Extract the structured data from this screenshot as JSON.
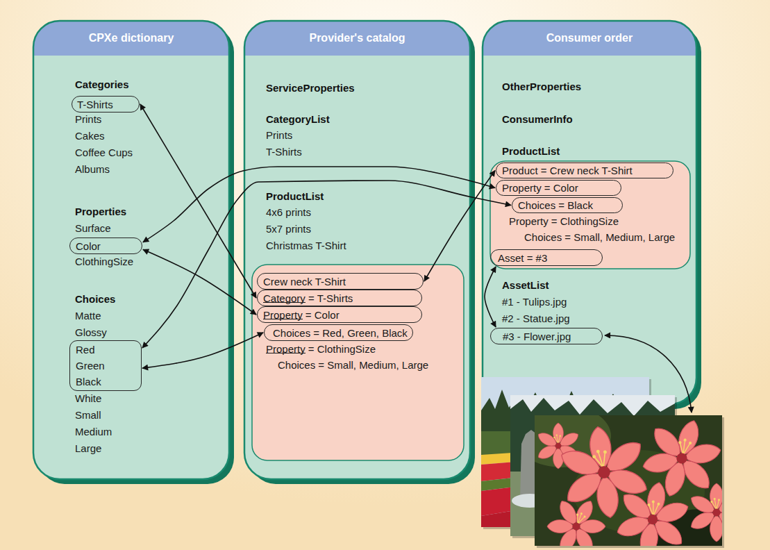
{
  "diagram": {
    "nodes": [
      {
        "text": [
          "CPXe dictionary",
          "Categories",
          "Prints",
          "Cakes",
          "Coffee Cups",
          "Albums",
          "Properties",
          "Surface",
          "ClothingSize",
          "Choices",
          "Matte",
          "Glossy",
          "White",
          "Small",
          "Medium",
          "Large"
        ]
      },
      {
        "text": [
          "T-Shirts"
        ],
        "in": 0
      },
      {
        "text": [
          "Color"
        ],
        "in": 0
      },
      {
        "text": [
          "Red",
          "Green",
          "Black"
        ],
        "in": 0
      },
      {
        "text": [
          "Provider's catalog",
          "ServiceProperties",
          "CategoryList",
          "Prints",
          "T-Shirts",
          "ProductList",
          "4x6 prints",
          "5x7 prints",
          "Christmas T-Shirt"
        ]
      },
      {
        "text": [
          "Property = ClothingSize",
          "Choices = Small, Medium, Large"
        ],
        "in": 4
      },
      {
        "text": [
          "Crew neck T-Shirt"
        ],
        "in": 5
      },
      {
        "text": [
          "Category = T-Shirts"
        ],
        "in": 5
      },
      {
        "text": [
          "Property = Color"
        ],
        "in": 5
      },
      {
        "text": [
          "Choices = Red, Green, Black"
        ],
        "in": 5
      },
      {
        "text": [
          "Consumer order",
          "OtherProperties",
          "ConsumerInfo",
          "ProductList",
          "AssetList",
          "#1 - Tulips.jpg",
          "#2 - Statue.jpg"
        ]
      },
      {
        "text": [
          "Property = ClothingSize",
          "Choices = Small, Medium, Large"
        ],
        "in": 10
      },
      {
        "text": [
          "Product = Crew neck T-Shirt"
        ],
        "in": 11
      },
      {
        "text": [
          "Property = Color"
        ],
        "in": 11
      },
      {
        "text": [
          "Choices = Black"
        ],
        "in": 11
      },
      {
        "text": [
          "Asset = #3"
        ],
        "in": 11
      },
      {
        "text": [
          "#3 - Flower.jpg"
        ],
        "in": 10
      }
    ],
    "edges": [
      {
        "from": 1,
        "to": 7,
        "arrow": "both"
      },
      {
        "from": 2,
        "to": 8,
        "arrow": "both"
      },
      {
        "from": 3,
        "to": 9,
        "arrow": "both"
      },
      {
        "from": 6,
        "to": 12,
        "arrow": "both"
      },
      {
        "from": 2,
        "to": 13,
        "arrow": "both"
      },
      {
        "from": 3,
        "to": 14,
        "arrow": "both"
      },
      {
        "from": 15,
        "to": 16,
        "arrow": "both"
      }
    ]
  }
}
